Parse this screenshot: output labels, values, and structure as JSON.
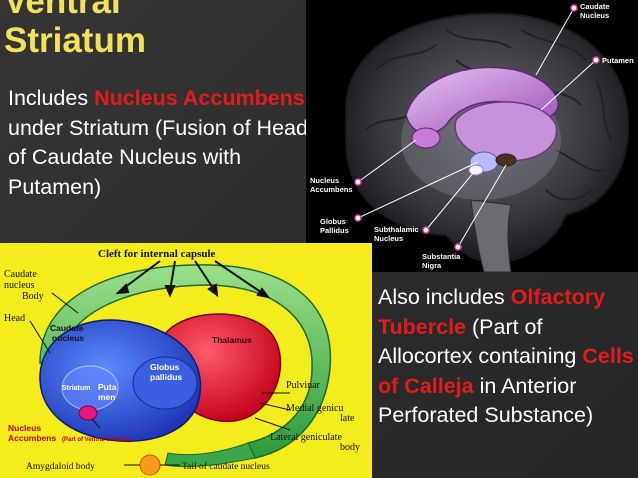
{
  "title": {
    "line1": "Ventral",
    "line2": "Striatum"
  },
  "intro": {
    "prefix": "Includes ",
    "highlight": "Nucleus Accumbens",
    "suffix": " under Striatum (Fusion of Head of Caudate Nucleus with Putamen)"
  },
  "outro": {
    "prefix": "Also includes ",
    "highlight1": "Olfactory Tubercle",
    "middle": " (Part of Allocortex containing ",
    "highlight2": "Cells of Calleja",
    "suffix": " in Anterior Perforated Substance)"
  },
  "brain_labels": {
    "caudate_1": "Caudate",
    "caudate_2": "Nucleus",
    "putamen": "Putamen",
    "accumbens_1": "Nucleus",
    "accumbens_2": "Accumbens",
    "globus_1": "Globus",
    "globus_2": "Pallidus",
    "subthalamic_1": "Subthalamic",
    "subthalamic_2": "Nucleus",
    "substantia_1": "Substantia",
    "substantia_2": "Nigra"
  },
  "diagram_labels": {
    "cleft": "Cleft for internal capsule",
    "caudate_nucleus_body_1": "Caudate",
    "caudate_nucleus_body_2": "nucleus",
    "caudate_nucleus_body_3": "Body",
    "head": "Head",
    "caudate_1": "Caudate",
    "caudate_2": "nucleus",
    "thalamus": "Thalamus",
    "globus_1": "Globus",
    "globus_2": "pallidus",
    "striatum": "Striatum",
    "putamen_1": "Puta",
    "putamen_2": "men",
    "pulvinar": "Pulvinar",
    "medial_geniculate_1": "Medial genicu",
    "medial_geniculate_2": "late",
    "lateral_geniculate_1": "Lateral geniculate",
    "lateral_geniculate_2": "body",
    "nucleus_accumbens_1": "Nucleus",
    "nucleus_accumbens_2": "Accumbens",
    "ventral_striatum_note": "(Part of Ventral striatum)",
    "amygdaloid": "Amygdaloid body",
    "tail": "Tail of caudate nucleus"
  },
  "colors": {
    "title": "#f2e25a",
    "highlight": "#e21b1b",
    "diagram_background": "#f4ec1c"
  }
}
